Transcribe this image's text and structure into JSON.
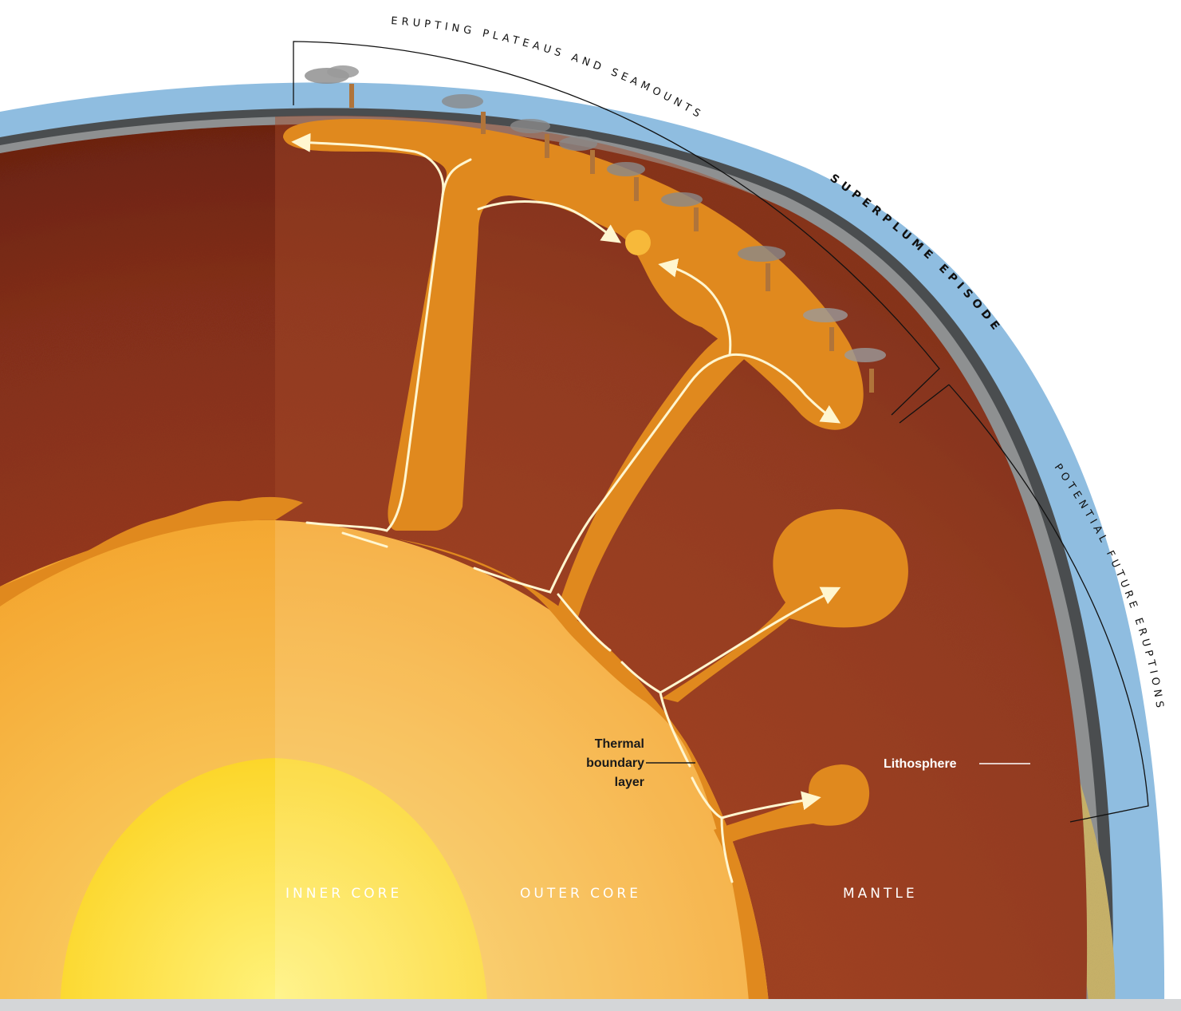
{
  "labels": {
    "erupting": "ERUPTING PLATEAUS AND SEAMOUNTS",
    "superplume": "SUPERPLUME EPISODE",
    "future": "POTENTIAL FUTURE ERUPTIONS",
    "inner_core": "INNER CORE",
    "outer_core": "OUTER CORE",
    "mantle": "MANTLE",
    "lithosphere": "Lithosphere",
    "thermal_line1": "Thermal",
    "thermal_line2": "boundary",
    "thermal_line3": "layer"
  },
  "colors": {
    "ocean": "#8fbde0",
    "crust": "#4a4d4f",
    "crust_light": "#9a9c9e",
    "mantle": "#8a2e18",
    "mantle_light": "#a14a2a",
    "plume": "#e0891e",
    "outer_core": "#f6b23a",
    "inner_core": "#fbd93a",
    "continent": "#c9b36a",
    "arrow": "#fff6d0"
  }
}
